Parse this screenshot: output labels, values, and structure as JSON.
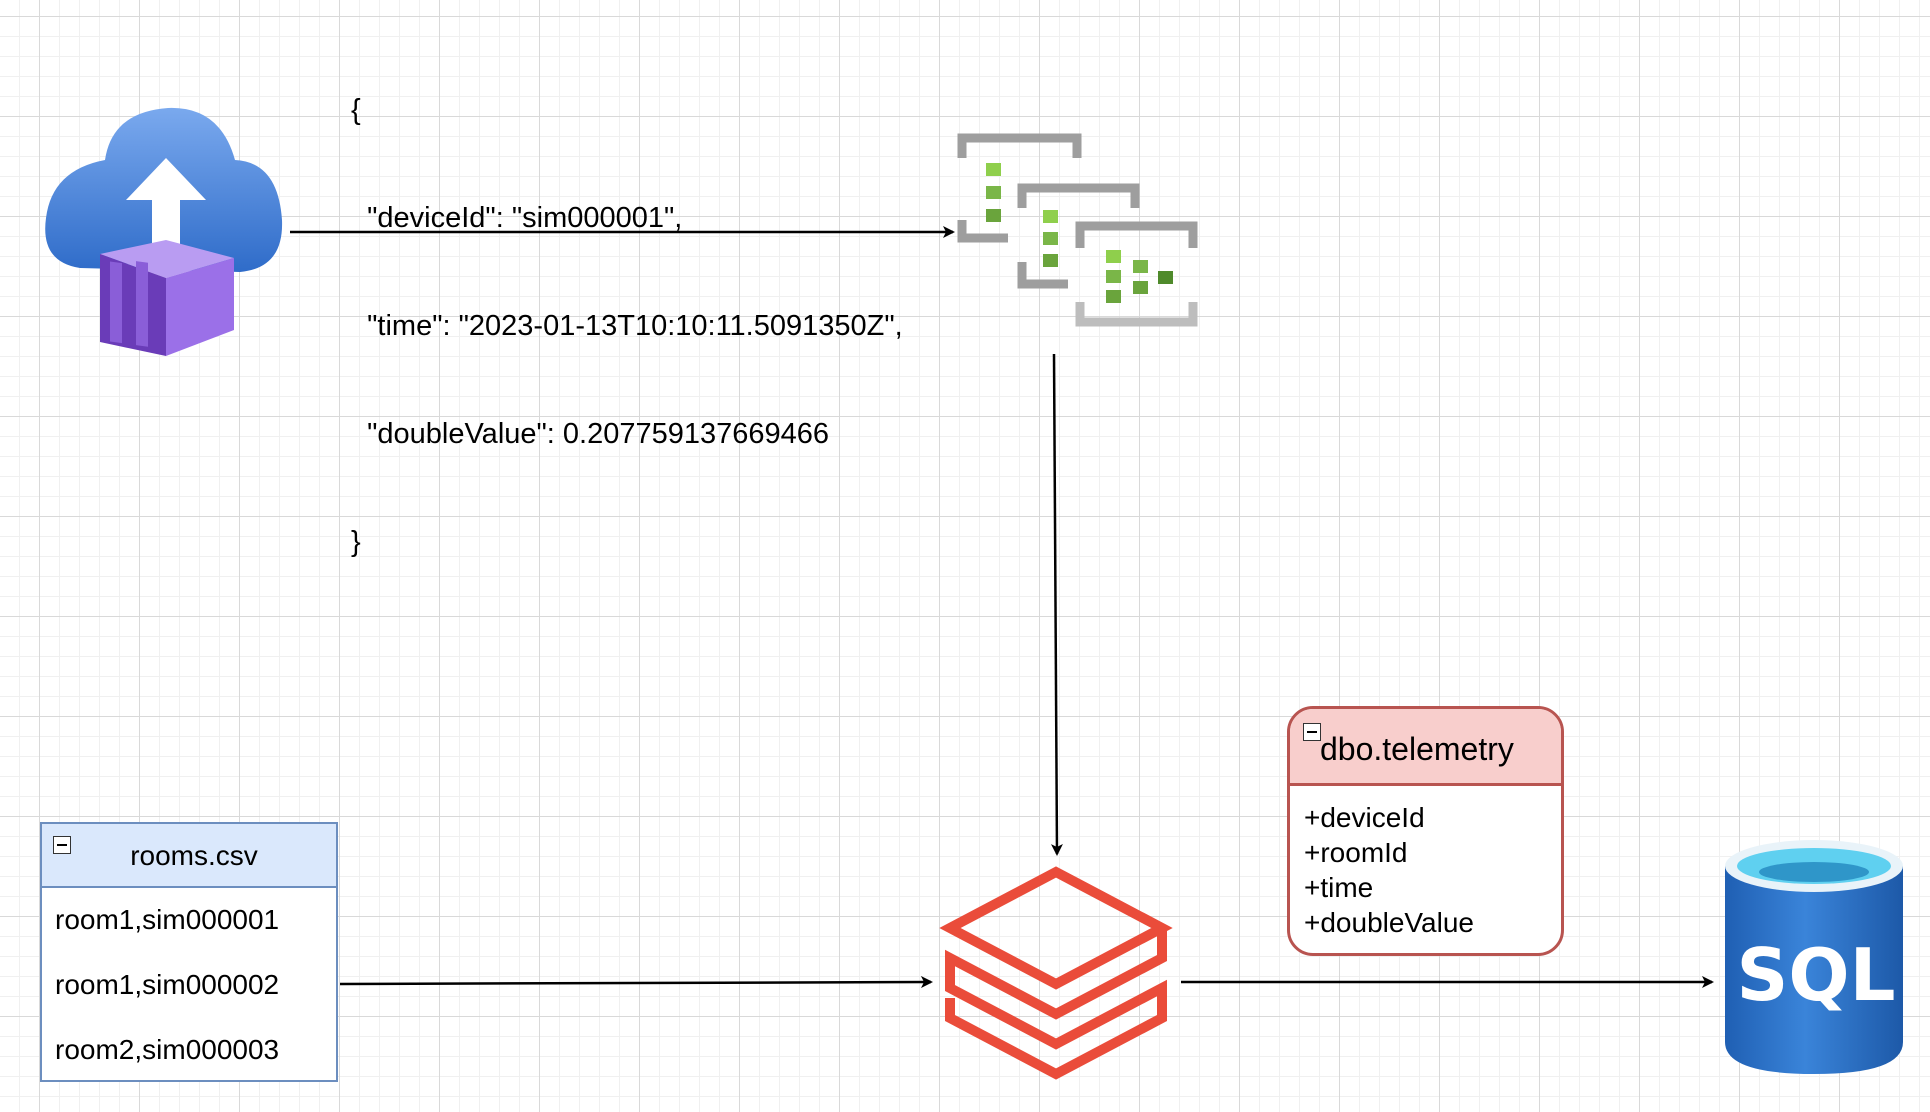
{
  "json_message": {
    "lines": [
      "{",
      "  \"deviceId\": \"sim000001\",",
      "  \"time\": \"2023-01-13T10:10:11.5091350Z\",",
      "  \"doubleValue\": 0.207759137669466",
      "}"
    ]
  },
  "rooms_table": {
    "title": "rooms.csv",
    "rows": [
      "room1,sim000001",
      "room1,sim000002",
      "room2,sim000003"
    ]
  },
  "telemetry_table": {
    "title": "dbo.telemetry",
    "fields": [
      "+deviceId",
      "+roomId",
      "+time",
      "+doubleValue"
    ]
  },
  "sql_icon": {
    "label": "SQL"
  },
  "icons": {
    "source": "container-apps-cloud-upload-icon",
    "hub": "event-hubs-icon",
    "processor": "databricks-icon",
    "sink": "sql-database-icon"
  },
  "colors": {
    "databricks": "#ea4c3a",
    "sql_blue": "#2a6ec4",
    "eventhub_green": "#7ab648",
    "eventhub_gray": "#9e9e9e",
    "container_purple": "#8a5ed8",
    "cloud_blue": "#3a7fd6",
    "rooms_header": "#dae8fc",
    "rooms_border": "#6c8ebf",
    "telemetry_header": "#f8cecc",
    "telemetry_border": "#b85450"
  }
}
